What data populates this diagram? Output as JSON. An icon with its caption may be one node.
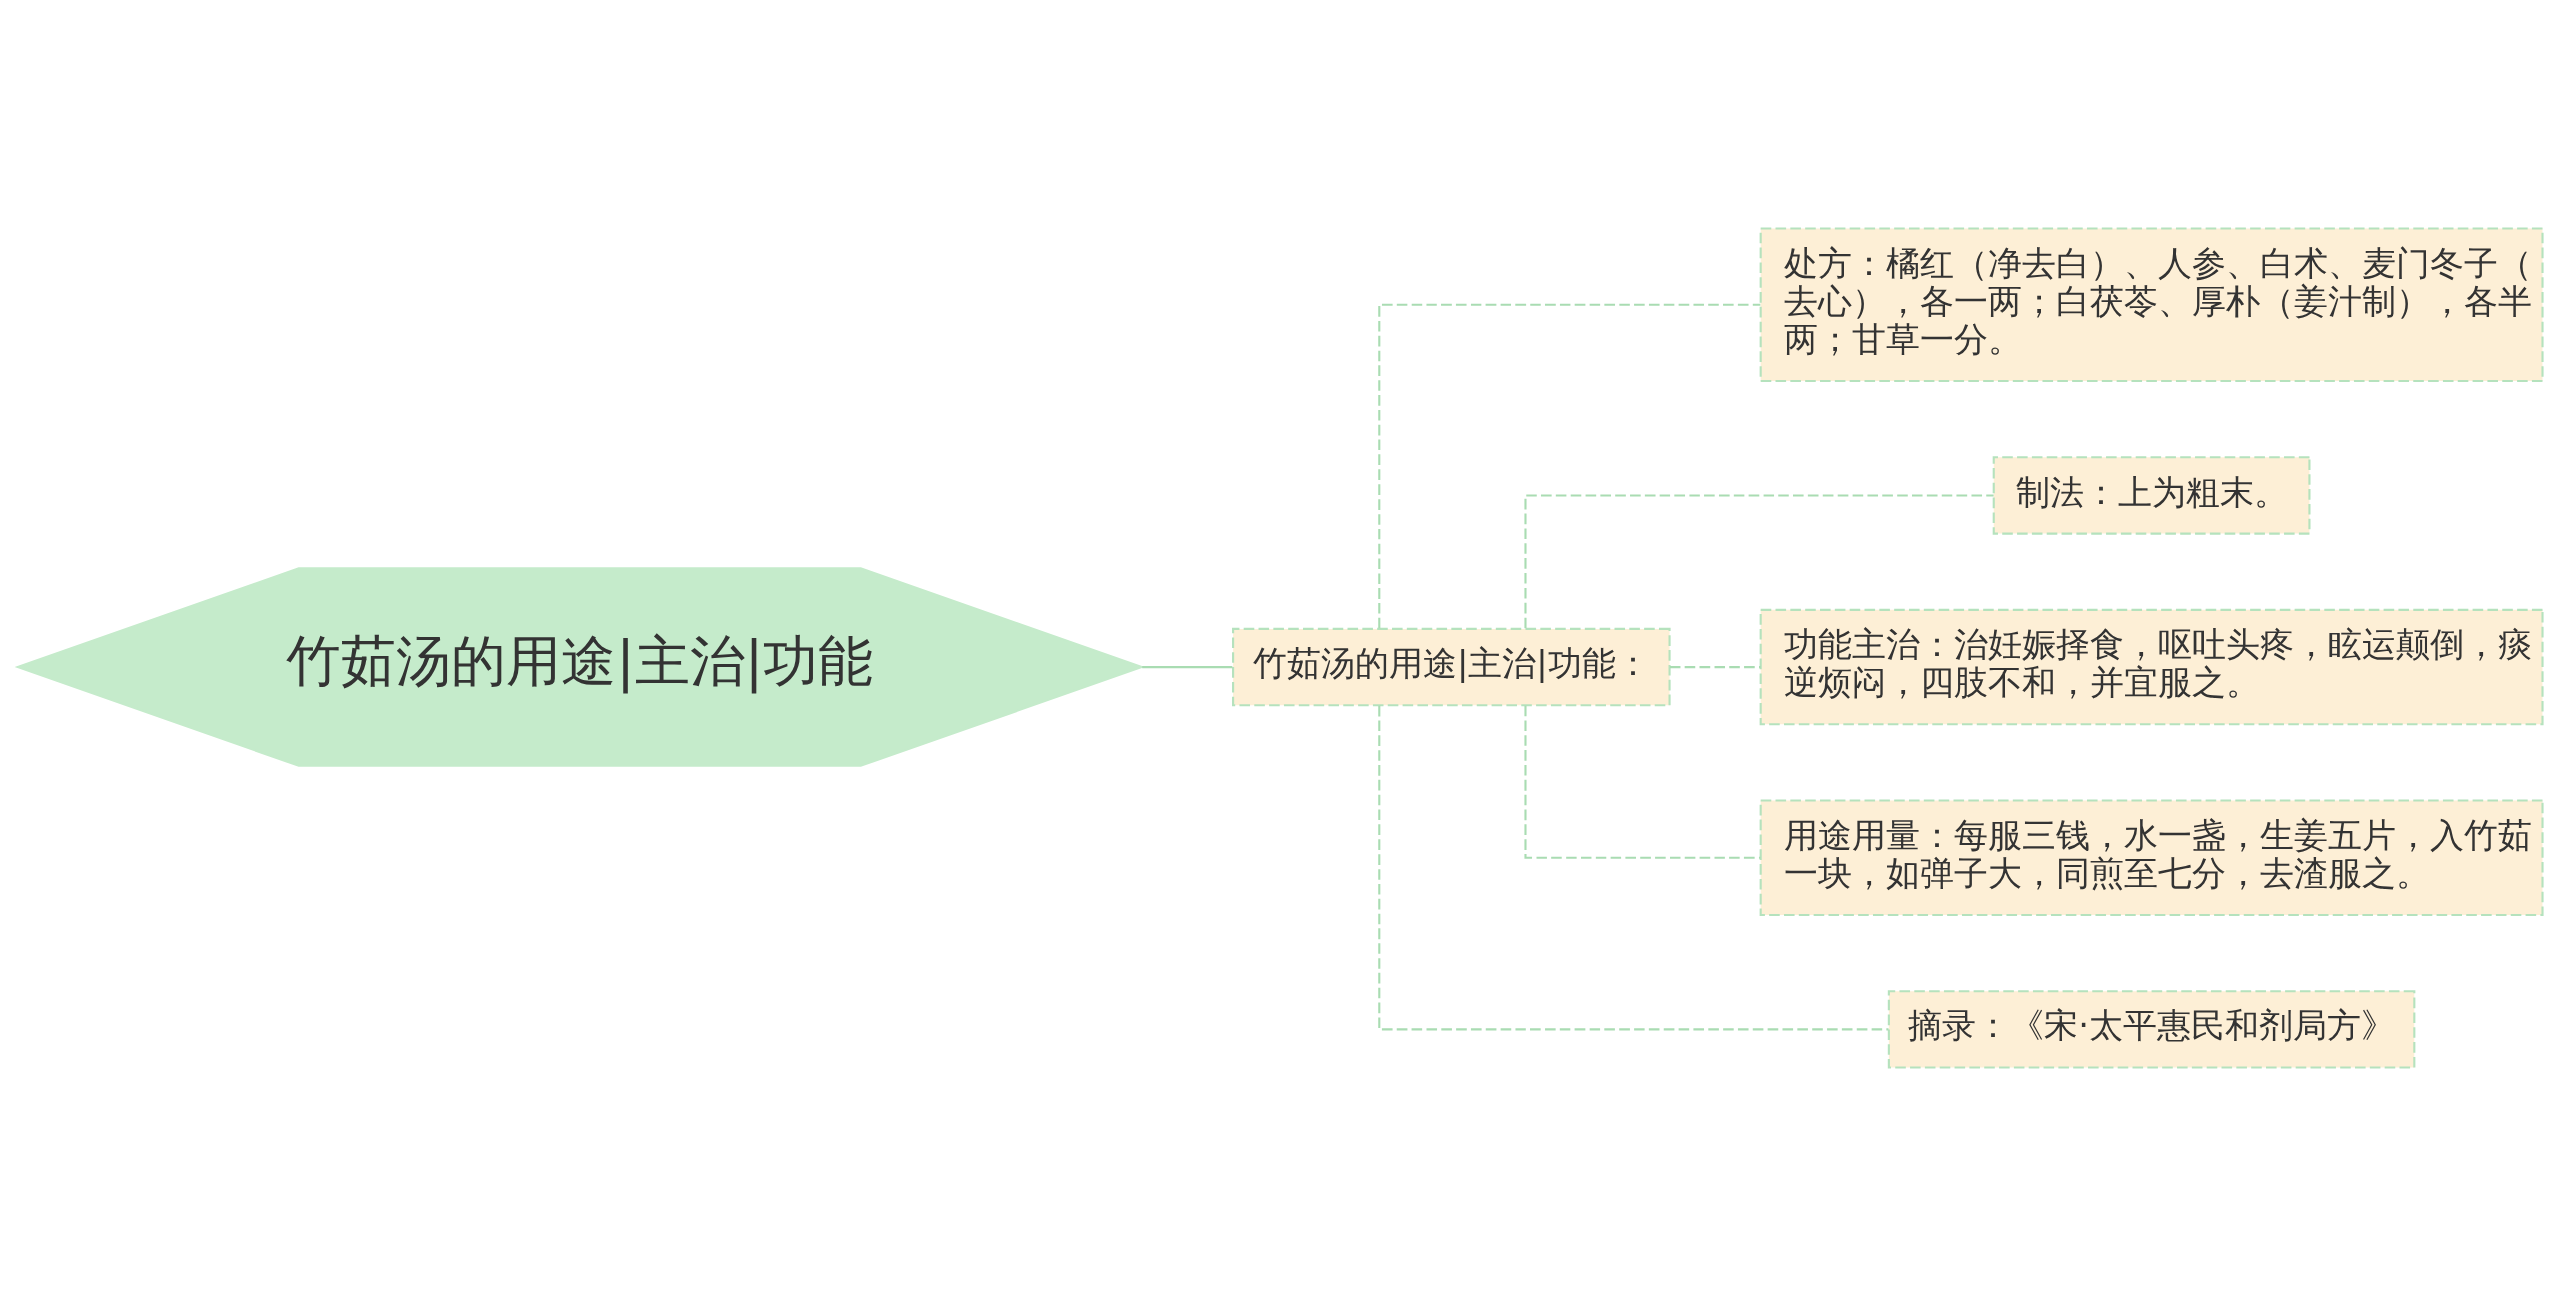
{
  "diagram": {
    "nodes": [
      {
        "text": [
          "竹茹汤的用途|主治|功能"
        ]
      },
      {
        "text": [
          "竹茹汤的用途|主治|功能："
        ]
      },
      {
        "text": [
          "处方：橘红（净去白）、人参、白术、麦门冬子（去心），各一两；白茯苓、厚朴（姜汁制），各半两；甘草一分。"
        ]
      },
      {
        "text": [
          "制法：上为粗末。"
        ]
      },
      {
        "text": [
          "功能主治：治妊娠择食，呕吐头疼，眩运颠倒，痰逆烦闷，四肢不和，并宜服之。"
        ]
      },
      {
        "text": [
          "用途用量：每服三钱，水一盏，生姜五片，入竹茹一块，如弹子大，同煎至七分，去渣服之。"
        ]
      },
      {
        "text": [
          "摘录：《宋·太平惠民和剂局方》"
        ]
      }
    ],
    "edges": [
      {
        "from": 0,
        "to": 1,
        "arrow": "none"
      },
      {
        "from": 1,
        "to": 2,
        "arrow": "none",
        "style": "dashed"
      },
      {
        "from": 1,
        "to": 3,
        "arrow": "none",
        "style": "dashed"
      },
      {
        "from": 1,
        "to": 4,
        "arrow": "none",
        "style": "dashed"
      },
      {
        "from": 1,
        "to": 5,
        "arrow": "none",
        "style": "dashed"
      },
      {
        "from": 1,
        "to": 6,
        "arrow": "none",
        "style": "dashed"
      }
    ]
  }
}
